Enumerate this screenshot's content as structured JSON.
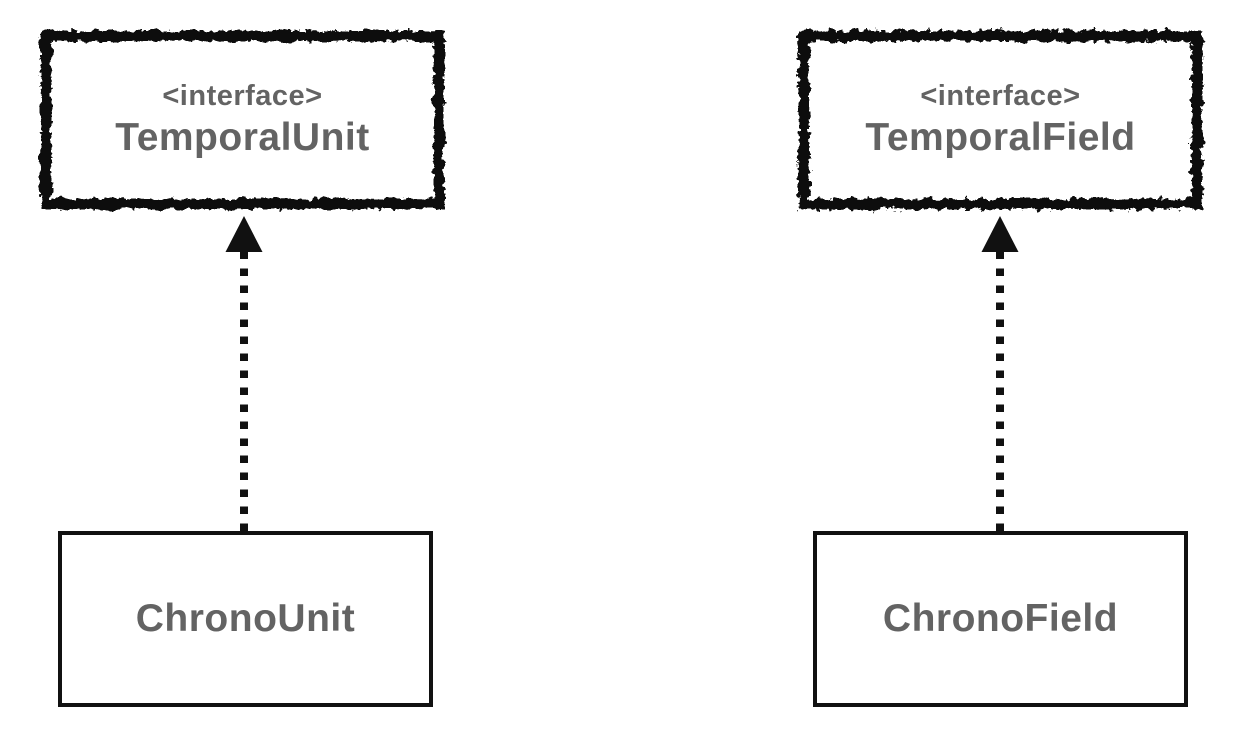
{
  "colors": {
    "line": "#111111",
    "text": "#636363",
    "node_background": "#ffffff",
    "page_background": "#ffffff"
  },
  "nodes": {
    "temporal_unit": {
      "kind": "interface",
      "stereotype": "<interface>",
      "name": "TemporalUnit"
    },
    "temporal_field": {
      "kind": "interface",
      "stereotype": "<interface>",
      "name": "TemporalField"
    },
    "chrono_unit": {
      "kind": "class",
      "name": "ChronoUnit"
    },
    "chrono_field": {
      "kind": "class",
      "name": "ChronoField"
    }
  },
  "edges": [
    {
      "from": "ChronoUnit",
      "to": "TemporalUnit",
      "line_style": "dashed",
      "arrowhead": "solid-triangle-up"
    },
    {
      "from": "ChronoField",
      "to": "TemporalField",
      "line_style": "dashed",
      "arrowhead": "solid-triangle-up"
    }
  ]
}
